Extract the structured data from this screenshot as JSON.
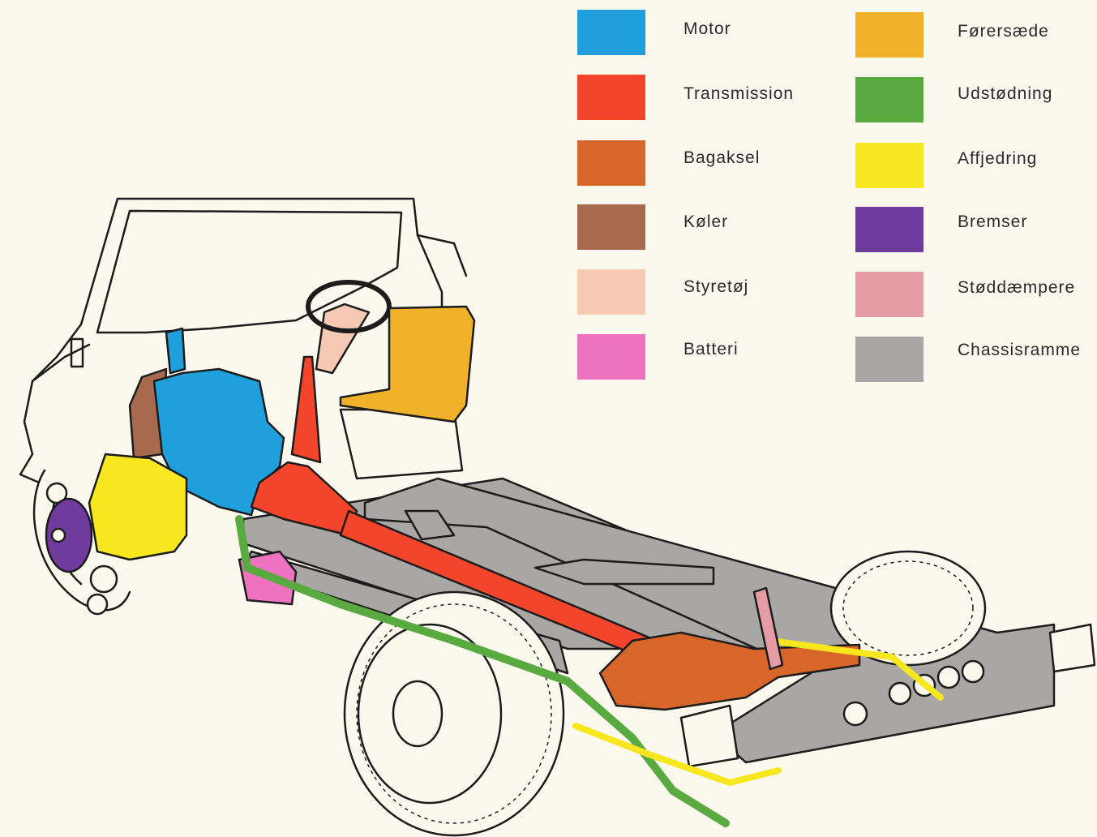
{
  "legend": {
    "left": [
      {
        "label": "Motor",
        "color": "#1fa0dc"
      },
      {
        "label": "Transmission",
        "color": "#f2452c"
      },
      {
        "label": "Bagaksel",
        "color": "#d8662a"
      },
      {
        "label": "Køler",
        "color": "#a86a4c"
      },
      {
        "label": "Styretøj",
        "color": "#f5c9b3"
      },
      {
        "label": "Batteri",
        "color": "#ee72bf"
      }
    ],
    "right": [
      {
        "label": "Førersæde",
        "color": "#f2b12a"
      },
      {
        "label": "Udstødning",
        "color": "#5aaa42"
      },
      {
        "label": "Affjedring",
        "color": "#f8e61f"
      },
      {
        "label": "Bremser",
        "color": "#6f3c9e"
      },
      {
        "label": "Støddæmpere",
        "color": "#e59ca5"
      },
      {
        "label": "Chassisramme",
        "color": "#a9a7a6"
      }
    ]
  }
}
